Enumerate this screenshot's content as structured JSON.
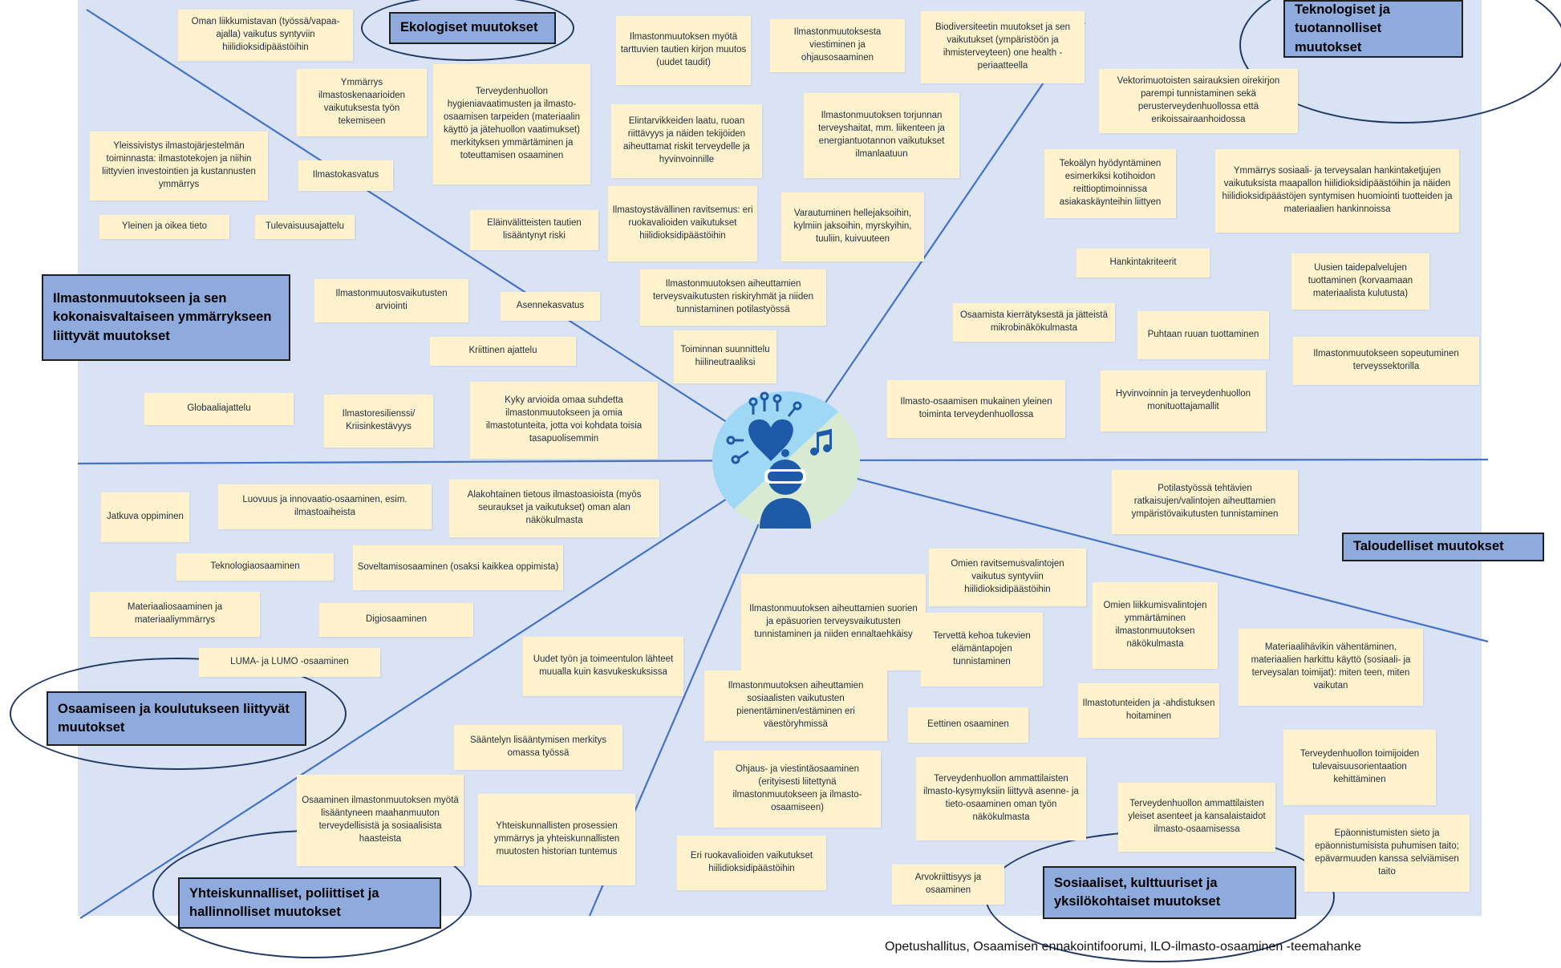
{
  "categories": {
    "ecological": "Ekologiset muutokset",
    "technological": "Teknologiset ja tuotannolliset muutokset",
    "climate_understanding": "Ilmastonmuutokseen ja sen kokonaisvaltaiseen ymmärrykseen liittyvät muutokset",
    "economic": "Taloudelliset muutokset",
    "education": "Osaamiseen ja koulutukseen liittyvät muutokset",
    "societal": "Yhteiskunnalliset, poliittiset ja hallinnolliset muutokset",
    "social": "Sosiaaliset, kulttuuriset ja yksilökohtaiset muutokset"
  },
  "notes": [
    "Oman liikkumistavan (työssä/vapaa-ajalla) vaikutus syntyviin hiilidioksidipäästöihin",
    "Ymmärrys ilmastoskenaarioiden vaikutuksesta työn tekemiseen",
    "Terveydenhuollon hygieniavaatimusten ja ilmasto-osaamisen tarpeiden (materiaalin käyttö ja jätehuollon vaatimukset) merkityksen ymmärtäminen ja toteuttamisen osaaminen",
    "Ilmastonmuutoksen myötä tarttuvien tautien kirjon muutos (uudet taudit)",
    "Ilmastonmuutoksesta viestiminen ja ohjausosaaminen",
    "Biodiversiteetin muutokset ja sen vaikutukset (ympäristöön ja ihmisterveyteen) one health -periaatteella",
    "Vektorimuotoisten sairauksien oirekirjon parempi tunnistaminen sekä perusterveydenhuollossa että erikoissairaanhoidossa",
    "Yleissivistys ilmastojärjestelmän toiminnasta: ilmastotekojen ja niihin liittyvien investointien ja kustannusten ymmärrys",
    "Ilmastokasvatus",
    "Elintarvikkeiden laatu, ruoan riittävyys ja näiden tekijöiden aiheuttamat riskit terveydelle ja hyvinvoinnille",
    "Ilmastonmuutoksen torjunnan terveyshaitat, mm. liikenteen ja energiantuotannon vaikutukset ilmanlaatuun",
    "Tekoälyn hyödyntäminen esimerkiksi kotihoidon reittioptimoinnissa asiakaskäynteihin liittyen",
    "Ymmärrys sosiaali- ja terveysalan hankintaketjujen vaikutuksista maapallon hiilidioksidipäästöihin ja näiden hiilidioksidipäästöjen syntymisen huomiointi tuotteiden ja materiaalien hankinnoissa",
    "Yleinen ja oikea tieto",
    "Tulevaisuusajattelu",
    "Eläinvälitteisten tautien lisääntynyt riski",
    "Ilmastoystävällinen ravitsemus: eri ruokavalioiden vaikutukset hiilidioksidipäästöihin",
    "Varautuminen hellejaksoihin, kylmiin jaksoihin, myrskyihin, tuuliin, kuivuuteen",
    "Hankintakriteerit",
    "Uusien taidepalvelujen tuottaminen (korvaamaan materiaalista kulutusta)",
    "Ilmastonmuutosvaikutusten arviointi",
    "Asennekasvatus",
    "Ilmastonmuutoksen aiheuttamien terveysvaikutusten riskiryhmät ja niiden tunnistaminen potilastyössä",
    "Osaamista kierrätyksestä ja jätteistä mikrobinäkökulmasta",
    "Puhtaan ruuan tuottaminen",
    "Kriittinen ajattelu",
    "Toiminnan suunnittelu hiilineutraaliksi",
    "Ilmastonmuutokseen sopeutuminen terveyssektorilla",
    "Globaaliajattelu",
    "Ilmastoresilienssi/ Kriisinkestävyys",
    "Kyky arvioida omaa suhdetta ilmastonmuutokseen ja omia ilmastotunteita, jotta voi kohdata toisia tasapuolisemmin",
    "Ilmasto-osaamisen mukainen yleinen toiminta terveydenhuollossa",
    "Hyvinvoinnin ja terveydenhuollon monituottajamallit",
    "Potilastyössä tehtävien ratkaisujen/valintojen aiheuttamien ympäristövaikutusten tunnistaminen",
    "Jatkuva oppiminen",
    "Luovuus ja innovaatio-osaaminen, esim. ilmastoaiheista",
    "Alakohtainen tietous ilmastoasioista (myös seuraukset ja vaikutukset) oman alan näkökulmasta",
    "Teknologiaosaaminen",
    "Soveltamisosaaminen (osaksi kaikkea oppimista)",
    "Omien ravitsemusvalintojen vaikutus syntyviin hiilidioksidipäästöihin",
    "Materiaaliosaaminen ja materiaaliymmärrys",
    "Digiosaaminen",
    "Ilmastonmuutoksen aiheuttamien suorien ja epäsuorien terveysvaikutusten tunnistaminen ja niiden ennaltaehkäisy",
    "Tervettä kehoa tukevien elämäntapojen tunnistaminen",
    "Omien liikkumisvalintojen ymmärtäminen ilmastonmuutoksen näkökulmasta",
    "Materiaalihävikin vähentäminen, materiaalien harkittu käyttö (sosiaali- ja terveysalan toimijat): miten teen, miten vaikutan",
    "LUMA- ja LUMO -osaaminen",
    "Uudet työn ja toimeentulon lähteet muualla kuin kasvukeskuksissa",
    "Ilmastonmuutoksen aiheuttamien sosiaalisten vaikutusten pienentäminen/estäminen eri väestöryhmissä",
    "Ilmastotunteiden ja -ahdistuksen hoitaminen",
    "Eettinen osaaminen",
    "Sääntelyn lisääntymisen merkitys omassa työssä",
    "Terveydenhuollon toimijoiden tulevaisuusorientaation kehittäminen",
    "Ohjaus- ja viestintäosaaminen (erityisesti liitettynä ilmastonmuutokseen ja ilmasto-osaamiseen)",
    "Terveydenhuollon ammattilaisten ilmasto-kysymyksiin liittyvä asenne- ja tieto-osaaminen oman työn näkökulmasta",
    "Osaaminen ilmastonmuutoksen myötä lisääntyneen maahanmuuton terveydellisistä ja sosiaalisista haasteista",
    "Yhteiskunnallisten prosessien ymmärrys ja yhteiskunnallisten muutosten historian tuntemus",
    "Terveydenhuollon ammattilaisten yleiset asenteet ja kansalaistaidot ilmasto-osaamisessa",
    "Epäonnistumisten sieto ja epäonnistumisista puhumisen taito; epävarmuuden kanssa selviämisen taito",
    "Eri ruokavalioiden vaikutukset hiilidioksidipäästöihin",
    "Arvokriittisyys ja osaaminen"
  ],
  "footer": "Opetushallitus, Osaamisen ennakointifoorumi, ILO-ilmasto-osaaminen -teemahanke",
  "colors": {
    "background": "#dae3f3",
    "note": "#fff2cc",
    "category": "#8faadc",
    "line": "#4472c4",
    "ring": "#1f3864",
    "center_blue": "#1e88e5",
    "center_green": "#d9ead3",
    "center_light_blue": "#9fd8f5"
  },
  "icons": [
    "heart-circuit-icon",
    "music-note-icon",
    "vr-headset-person-icon"
  ]
}
